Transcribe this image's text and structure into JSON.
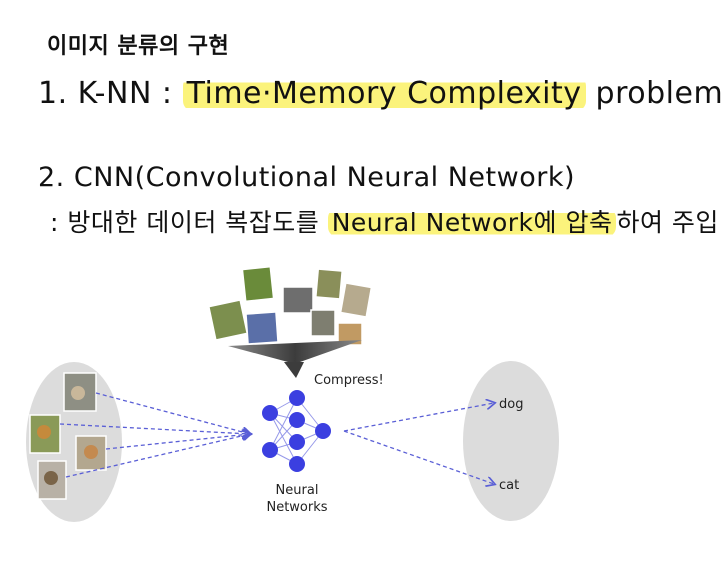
{
  "title": "이미지 분류의 구현",
  "item1": {
    "prefix": "1. K-NN : ",
    "highlight": "Time·Memory Complexity",
    "suffix": " problem !!"
  },
  "item2": {
    "heading": "2. CNN(Convolutional Neural Network)",
    "desc_prefix": ": 방대한 데이터 복잡도를 ",
    "desc_highlight": "Neural Network에 압축",
    "desc_suffix": "하여 주입"
  },
  "diagram": {
    "compress_label": "Compress!",
    "nn_label_line1": "Neural",
    "nn_label_line2": "Networks",
    "outputs": [
      "dog",
      "cat"
    ]
  },
  "colors": {
    "highlight": "#fbf37c",
    "arrow": "#5a5fd6",
    "node": "#3b3fe0",
    "ellipse": "#dcdcdc",
    "funnel": "#4a4a4a"
  }
}
